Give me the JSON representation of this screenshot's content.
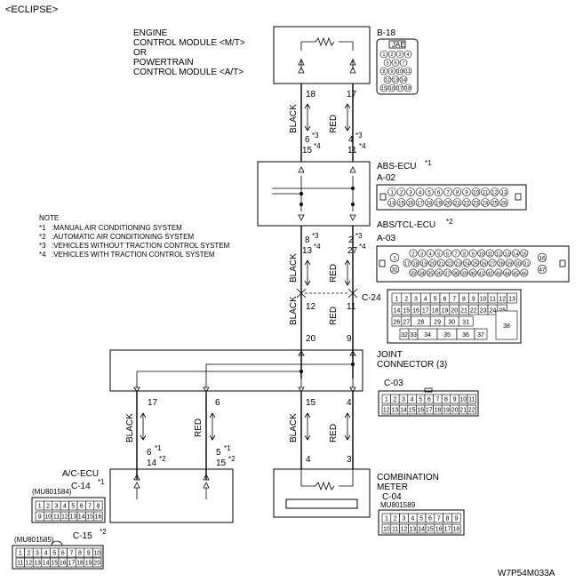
{
  "header": {
    "title": "<ECLIPSE>"
  },
  "ecm": {
    "lines": [
      "ENGINE",
      "CONTROL MODULE <M/T>",
      "OR",
      "POWERTRAIN",
      "CONTROL MODULE <A/T>"
    ],
    "pin_left": "18",
    "pin_right": "17"
  },
  "b18": {
    "label": "B-18",
    "tag": "JAE",
    "rows": [
      [
        "1",
        "2",
        "3",
        "4"
      ],
      [
        "5",
        "6",
        "7"
      ],
      [
        "8",
        "9",
        "10",
        "11"
      ],
      [
        "12",
        "13",
        "14"
      ],
      [
        "15",
        "16",
        "17",
        "18"
      ]
    ]
  },
  "wire_colors": {
    "black": "BLACK",
    "red": "RED"
  },
  "abs_upper_pins": {
    "left": [
      "6",
      "15"
    ],
    "left_marks": [
      "*3",
      "*4"
    ],
    "right": [
      "4",
      "11"
    ],
    "right_marks": [
      "*3",
      "*4"
    ]
  },
  "abs_lower_pins": {
    "left": [
      "8",
      "13"
    ],
    "left_marks": [
      "*3",
      "*4"
    ],
    "right": [
      "2",
      "27"
    ],
    "right_marks": [
      "*3",
      "*4"
    ]
  },
  "abs_ecu": {
    "label": "ABS-ECU",
    "mark": "*1",
    "connector": "A-02",
    "row1": [
      "1",
      "2",
      "3",
      "4",
      "5",
      "6",
      "7",
      "8",
      "9",
      "10",
      "11",
      "12",
      "13"
    ],
    "row2": [
      "14",
      "15",
      "16",
      "17",
      "18",
      "19",
      "20",
      "21",
      "22",
      "23",
      "24",
      "25",
      "26"
    ]
  },
  "abs_tcl_ecu": {
    "label": "ABS/TCL-ECU",
    "mark": "*2",
    "connector": "A-03",
    "row1": [
      "2",
      "3",
      "4",
      "5",
      "6",
      "7",
      "8",
      "9",
      "10",
      "11",
      "12",
      "13",
      "14",
      "15"
    ],
    "row2": [
      "17",
      "18",
      "19",
      "20",
      "21",
      "22",
      "23",
      "24",
      "25",
      "26",
      "27",
      "28",
      "29",
      "30",
      "31"
    ],
    "row3": [
      "33",
      "34",
      "35",
      "36",
      "37",
      "38",
      "39",
      "40",
      "41",
      "42",
      "43",
      "44",
      "45",
      "46"
    ],
    "left_pins": [
      "1",
      "32"
    ],
    "right_pins": [
      "16",
      "47"
    ]
  },
  "note": {
    "title": "NOTE",
    "items": [
      {
        "mark": "*1",
        "text": ":MANUAL AIR CONDITIONING SYSTEM"
      },
      {
        "mark": "*2",
        "text": ":AUTOMATIC AIR CONDITIONING SYSTEM"
      },
      {
        "mark": "*3",
        "text": ":VEHICLES WITHOUT TRACTION CONTROL SYSTEM"
      },
      {
        "mark": "*4",
        "text": ":VEHICLES WITH TRACTION CONTROL SYSTEM"
      }
    ]
  },
  "c24": {
    "label": "C-24",
    "pin_left": "12",
    "pin_right": "11",
    "row1": [
      "1",
      "2",
      "3",
      "4",
      "5",
      "6",
      "7",
      "8",
      "9",
      "10",
      "11",
      "12",
      "13"
    ],
    "row2": [
      "14",
      "15",
      "16",
      "17",
      "18",
      "19",
      "20",
      "21",
      "22",
      "23",
      "24",
      "25"
    ],
    "row3": [
      "26",
      "27",
      "28",
      "29",
      "30",
      "31"
    ],
    "row4": [
      "32",
      "33",
      "34",
      "35",
      "36",
      "37"
    ],
    "big": "38"
  },
  "joint": {
    "lines": [
      "JOINT",
      "CONNECTOR (3)"
    ],
    "top_left": "20",
    "top_right": "9",
    "bottom": [
      "17",
      "6",
      "15",
      "4"
    ]
  },
  "c03": {
    "label": "C-03",
    "row1": [
      "1",
      "2",
      "3",
      "4",
      "5",
      "6",
      "7",
      "8",
      "9",
      "10",
      "11"
    ],
    "row2": [
      "12",
      "13",
      "14",
      "15",
      "16",
      "17",
      "18",
      "19",
      "20",
      "21",
      "22"
    ]
  },
  "ac_ecu": {
    "label": "A/C-ECU",
    "pins_left": [
      "6",
      "14"
    ],
    "pins_left_marks": [
      "*1",
      "*2"
    ],
    "pins_right": [
      "5",
      "15"
    ],
    "pins_right_marks": [
      "*1",
      "*2"
    ],
    "c14": {
      "label": "C-14",
      "mark": "*1",
      "part": "(MU801584)",
      "row1": [
        "1",
        "2",
        "3",
        "4",
        "5",
        "6",
        "7",
        "8"
      ],
      "row2": [
        "9",
        "10",
        "11",
        "12",
        "13",
        "14",
        "15",
        "16"
      ]
    },
    "c15": {
      "label": "C-15",
      "mark": "*2",
      "part": "(MU801585)",
      "row1": [
        "1",
        "2",
        "3",
        "4",
        "5",
        "6",
        "7",
        "8",
        "9",
        "10"
      ],
      "row2": [
        "11",
        "12",
        "13",
        "14",
        "15",
        "16",
        "17",
        "18",
        "19",
        "20"
      ]
    }
  },
  "meter": {
    "lines": [
      "COMBINATION",
      "METER"
    ],
    "connector": "C-04",
    "part": "MU801589",
    "pins": [
      "4",
      "3"
    ],
    "row1": [
      "1",
      "2",
      "3",
      "4",
      "5",
      "6",
      "7",
      "8",
      "9"
    ],
    "row2": [
      "10",
      "11",
      "12",
      "13",
      "14",
      "15",
      "16",
      "17",
      "18"
    ]
  },
  "figure_id": "W7P54M033A"
}
